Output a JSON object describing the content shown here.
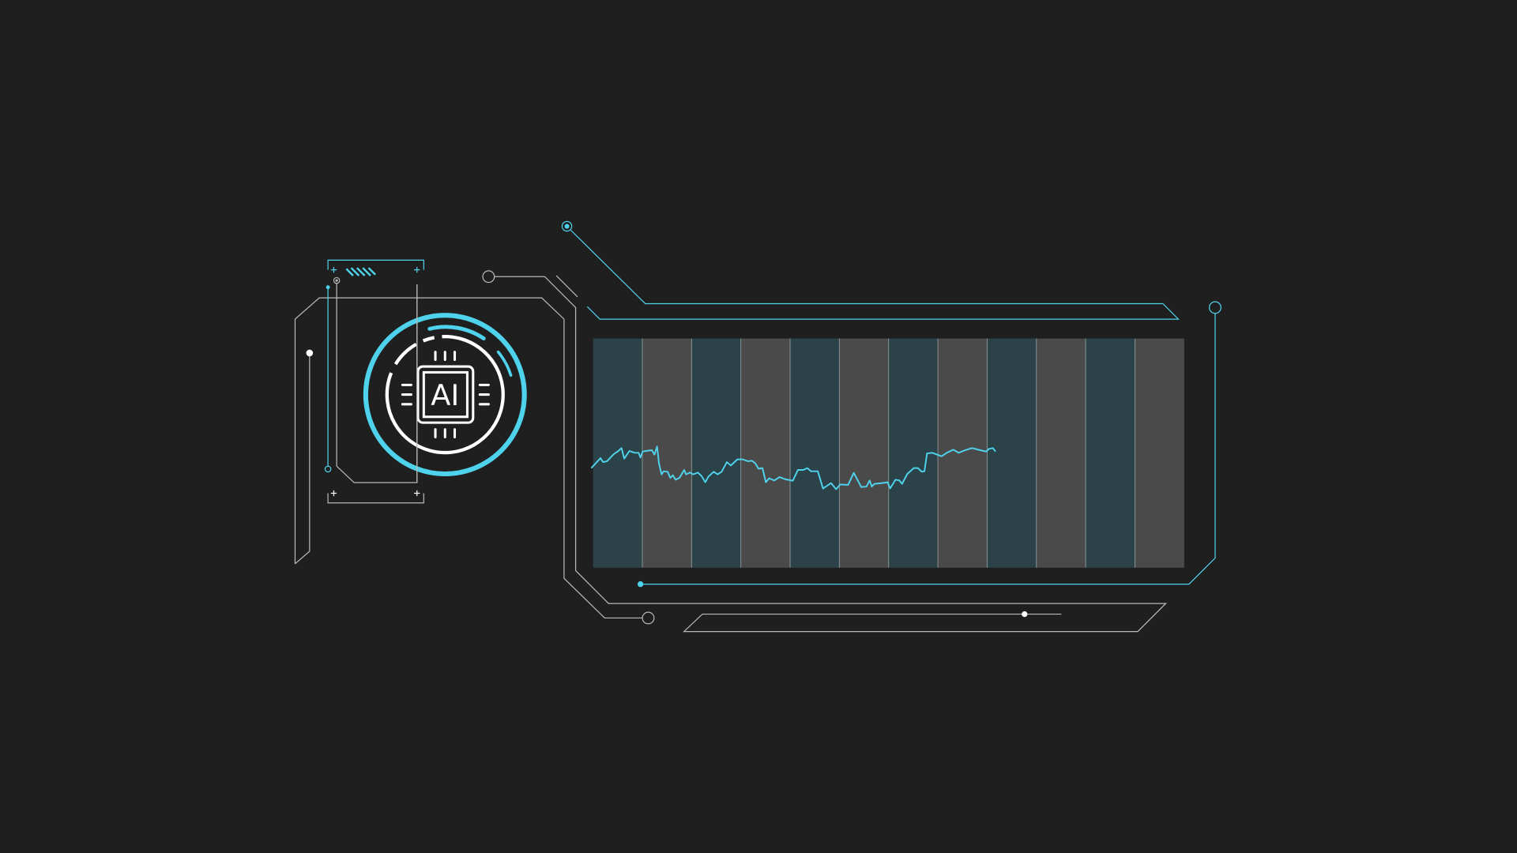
{
  "icon": {
    "label": "AI",
    "name": "ai-chip-icon"
  },
  "colors": {
    "background": "#1f1f1f",
    "accent": "#4fd3ec",
    "line": "#b9b9b9",
    "column_teal": "#2a4248",
    "column_gray": "#4a4a4a"
  },
  "panel": {
    "columns": 12
  },
  "waveform": {
    "t": [
      25,
      60,
      70,
      85,
      110,
      125,
      140,
      150,
      170,
      190,
      205,
      212,
      220,
      240,
      255,
      265,
      275,
      282,
      292,
      300,
      315,
      325,
      335,
      345,
      360,
      378,
      385,
      400,
      412,
      430,
      445,
      458,
      470,
      490,
      505,
      520,
      540,
      555,
      580,
      600,
      620,
      635,
      648,
      660,
      675,
      688,
      700,
      720,
      740,
      760,
      790,
      810,
      830,
      845,
      860,
      885,
      905,
      935,
      955,
      970,
      1000,
      1022,
      1050,
      1070,
      1082,
      1090,
      1100,
      1130,
      1150,
      1160,
      1180,
      1195,
      1205,
      1225,
      1250,
      1265,
      1280,
      1290,
      1300,
      1320,
      1355,
      1375,
      1400,
      1420,
      1440,
      1470,
      1510,
      1525,
      1535,
      1550,
      1560
    ],
    "v": [
      92,
      130,
      115,
      118,
      145,
      155,
      168,
      128,
      157,
      150,
      150,
      132,
      155,
      158,
      160,
      143,
      174,
      110,
      68,
      80,
      78,
      55,
      65,
      48,
      55,
      85,
      68,
      75,
      68,
      75,
      60,
      38,
      60,
      78,
      68,
      78,
      115,
      102,
      125,
      125,
      118,
      120,
      110,
      90,
      92,
      38,
      53,
      45,
      58,
      50,
      44,
      85,
      85,
      92,
      80,
      80,
      14,
      35,
      12,
      30,
      28,
      74,
      20,
      22,
      45,
      22,
      32,
      35,
      38,
      15,
      48,
      45,
      32,
      70,
      92,
      92,
      78,
      80,
      148,
      150,
      137,
      150,
      162,
      150,
      158,
      168,
      158,
      155,
      165,
      168,
      155
    ]
  }
}
